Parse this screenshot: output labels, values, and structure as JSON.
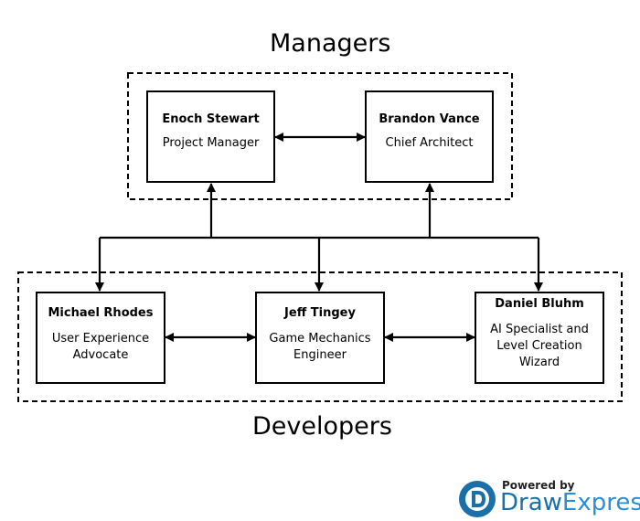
{
  "groups": {
    "managers": {
      "title": "Managers"
    },
    "developers": {
      "title": "Developers"
    }
  },
  "nodes": {
    "enoch": {
      "name": "Enoch Stewart",
      "role": "Project Manager"
    },
    "brandon": {
      "name": "Brandon Vance",
      "role": "Chief Architect"
    },
    "michael": {
      "name": "Michael Rhodes",
      "role": "User Experience\nAdvocate"
    },
    "jeff": {
      "name": "Jeff Tingey",
      "role": "Game Mechanics\nEngineer"
    },
    "daniel": {
      "name": "Daniel Bluhm",
      "role": "AI Specialist and\nLevel Creation\nWizard"
    }
  },
  "branding": {
    "powered_by": "Powered by",
    "brand_draw": "Draw",
    "brand_express": "Express"
  },
  "colors": {
    "stroke": "#000000",
    "brand_dark": "#1a6fa8",
    "brand_light": "#2a8fd6"
  }
}
